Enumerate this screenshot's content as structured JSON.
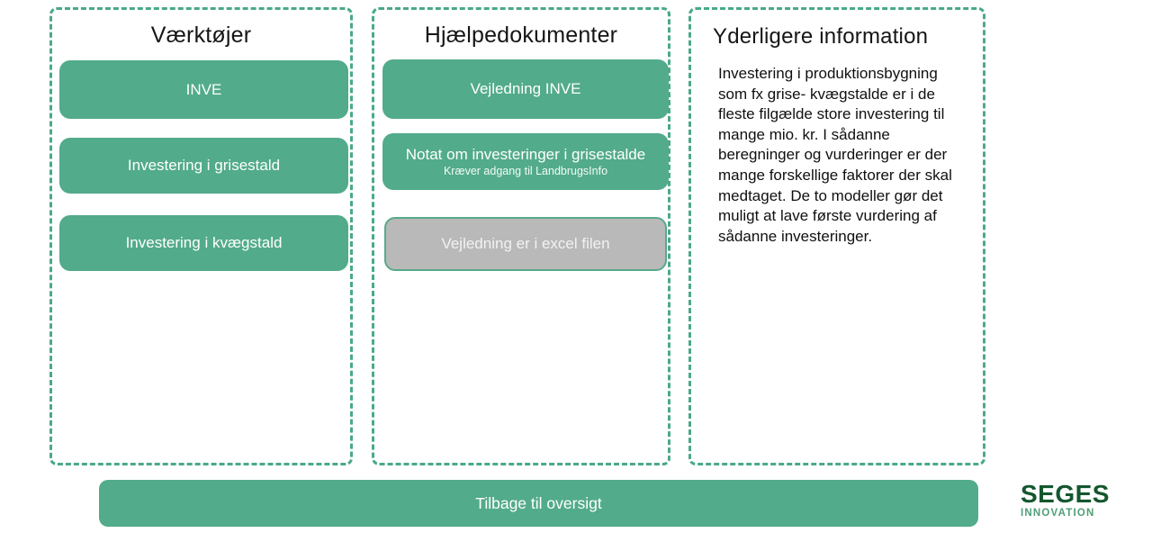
{
  "panels": {
    "tools": {
      "title": "Værktøjer",
      "buttons": [
        {
          "label": "INVE"
        },
        {
          "label": "Investering i grisestald"
        },
        {
          "label": "Investering i kvægstald"
        }
      ]
    },
    "help": {
      "title": "Hjælpedokumenter",
      "buttons": [
        {
          "label": "Vejledning INVE"
        },
        {
          "label": "Notat om investeringer i grisestalde",
          "sublabel": "Kræver adgang til LandbrugsInfo"
        },
        {
          "label": "Vejledning er i excel filen",
          "state": "disabled"
        }
      ]
    },
    "info": {
      "title": "Yderligere information",
      "body": "Investering i produktionsbygning som fx grise- kvægstalde er i de fleste filgælde store investering til mange mio. kr.  I sådanne beregninger og vurderinger er der mange forskellige faktorer der skal medtaget. De to modeller gør det muligt at lave første vurdering af sådanne investeringer."
    }
  },
  "footer": {
    "back_label": "Tilbage til oversigt"
  },
  "logo": {
    "name": "SEGES",
    "sub": "INNOVATION"
  },
  "colors": {
    "accent_green": "#52ab8b",
    "dashed_border_green": "#4aa98a",
    "disabled_gray": "#b9b9b9",
    "logo_dark_green": "#14572e",
    "logo_light_green": "#4f9e78"
  }
}
